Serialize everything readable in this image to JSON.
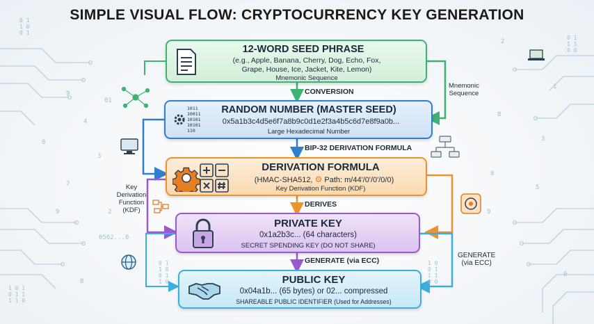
{
  "title": "SIMPLE VISUAL FLOW: CRYPTOCURRENCY KEY GENERATION",
  "boxes": {
    "seed": {
      "heading": "12-WORD SEED PHRASE",
      "line1": "(e.g., Apple, Banana, Cherry, Dog, Echo, Fox,",
      "line2": "Grape, House, Ice, Jacket, Kite, Lemon)",
      "caption": "Mnemonic Sequence"
    },
    "master": {
      "heading": "RANDOM NUMBER (MASTER SEED)",
      "line1": "0x5a1b3c4d5e6f7a8b9c0d1e2f3a4b5c6d7e8f9a0b...",
      "caption": "Large Hexadecimal Number",
      "icon_binary": "1011\n10011\n10101\n10101\n110"
    },
    "derivation": {
      "heading": "DERIVATION FORMULA",
      "line1a": "(HMAC-SHA512,",
      "line1b": "Path: m/44'/0'/0'/0/0)",
      "caption": "Key Derivation Function (KDF)"
    },
    "private": {
      "heading": "PRIVATE KEY",
      "line1": "0x1a2b3c... (64 characters)",
      "caption": "SECRET SPENDING KEY (DO NOT SHARE)"
    },
    "public": {
      "heading": "PUBLIC KEY",
      "line1": "0x04a1b... (65 bytes) or 02... compressed",
      "caption": "SHAREABLE PUBLIC IDENTIFIER (Used for Addresses)"
    }
  },
  "arrows": {
    "conversion": "CONVERSION",
    "bip32": "BIP-32 DERIVATION FORMULA",
    "derives": "DERIVES",
    "generate": "GENERATE (via ECC)"
  },
  "side_labels": {
    "mnemonic": [
      "Mnemonic",
      "Sequence"
    ],
    "kdf": [
      "Key",
      "Derivation",
      "Function",
      "(KDF)"
    ],
    "generate_right": [
      "GENERATE",
      "(via ECC)"
    ]
  },
  "deco_text": {
    "hash": "0562...0"
  },
  "colors": {
    "green": "#3cb371",
    "blue": "#2f7fd1",
    "orange": "#f0922b",
    "purple": "#9b59d0",
    "cyan": "#3aaee0"
  },
  "icons": [
    "document-icon",
    "binary-icon",
    "gear-icon",
    "calculator-icon",
    "lock-icon",
    "handshake-icon",
    "network-icon",
    "laptop-icon",
    "target-icon",
    "globe-icon"
  ]
}
